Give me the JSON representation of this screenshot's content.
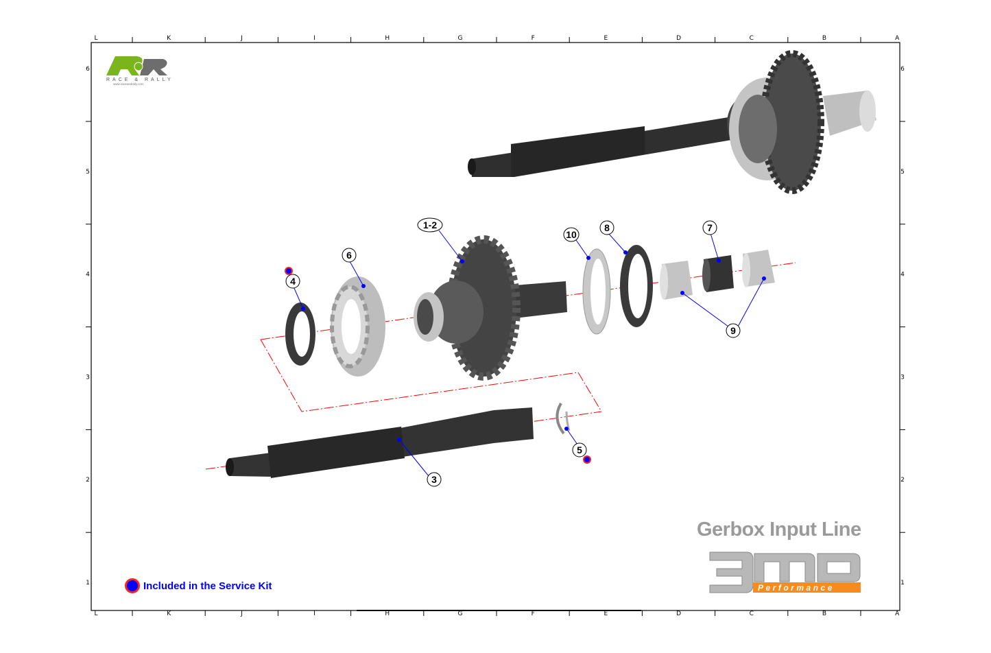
{
  "sheet": {
    "column_labels": [
      "L",
      "K",
      "J",
      "I",
      "H",
      "G",
      "F",
      "E",
      "D",
      "C",
      "B",
      "A"
    ],
    "row_labels": [
      "6",
      "5",
      "4",
      "3",
      "2",
      "1"
    ]
  },
  "logo_top": {
    "brand": "R&R",
    "tagline": "RACE & RALLY",
    "url": "www.raceandrally.com",
    "colors": {
      "green": "#7ab51d",
      "gray": "#6d6d6d"
    }
  },
  "title": "Gerbox Input Line",
  "logo_bottom": {
    "brand": "3MO",
    "tagline": "Performance",
    "colors": {
      "orange": "#f68b1f",
      "silver": "#b8b8b8"
    }
  },
  "legend": {
    "label": "Included in the Service Kit",
    "marker_color": "#0000ff",
    "marker_ring": "#ff2020"
  },
  "callouts": [
    {
      "id": "1-2"
    },
    {
      "id": "3"
    },
    {
      "id": "4"
    },
    {
      "id": "5"
    },
    {
      "id": "6"
    },
    {
      "id": "7"
    },
    {
      "id": "8"
    },
    {
      "id": "9"
    },
    {
      "id": "10"
    }
  ],
  "service_kit_parts": [
    "4",
    "5"
  ],
  "colors": {
    "leader": "#0000ff",
    "axis": "#ff0000",
    "part_dark": "#3a3a3a",
    "part_light": "#bdbdbd"
  }
}
